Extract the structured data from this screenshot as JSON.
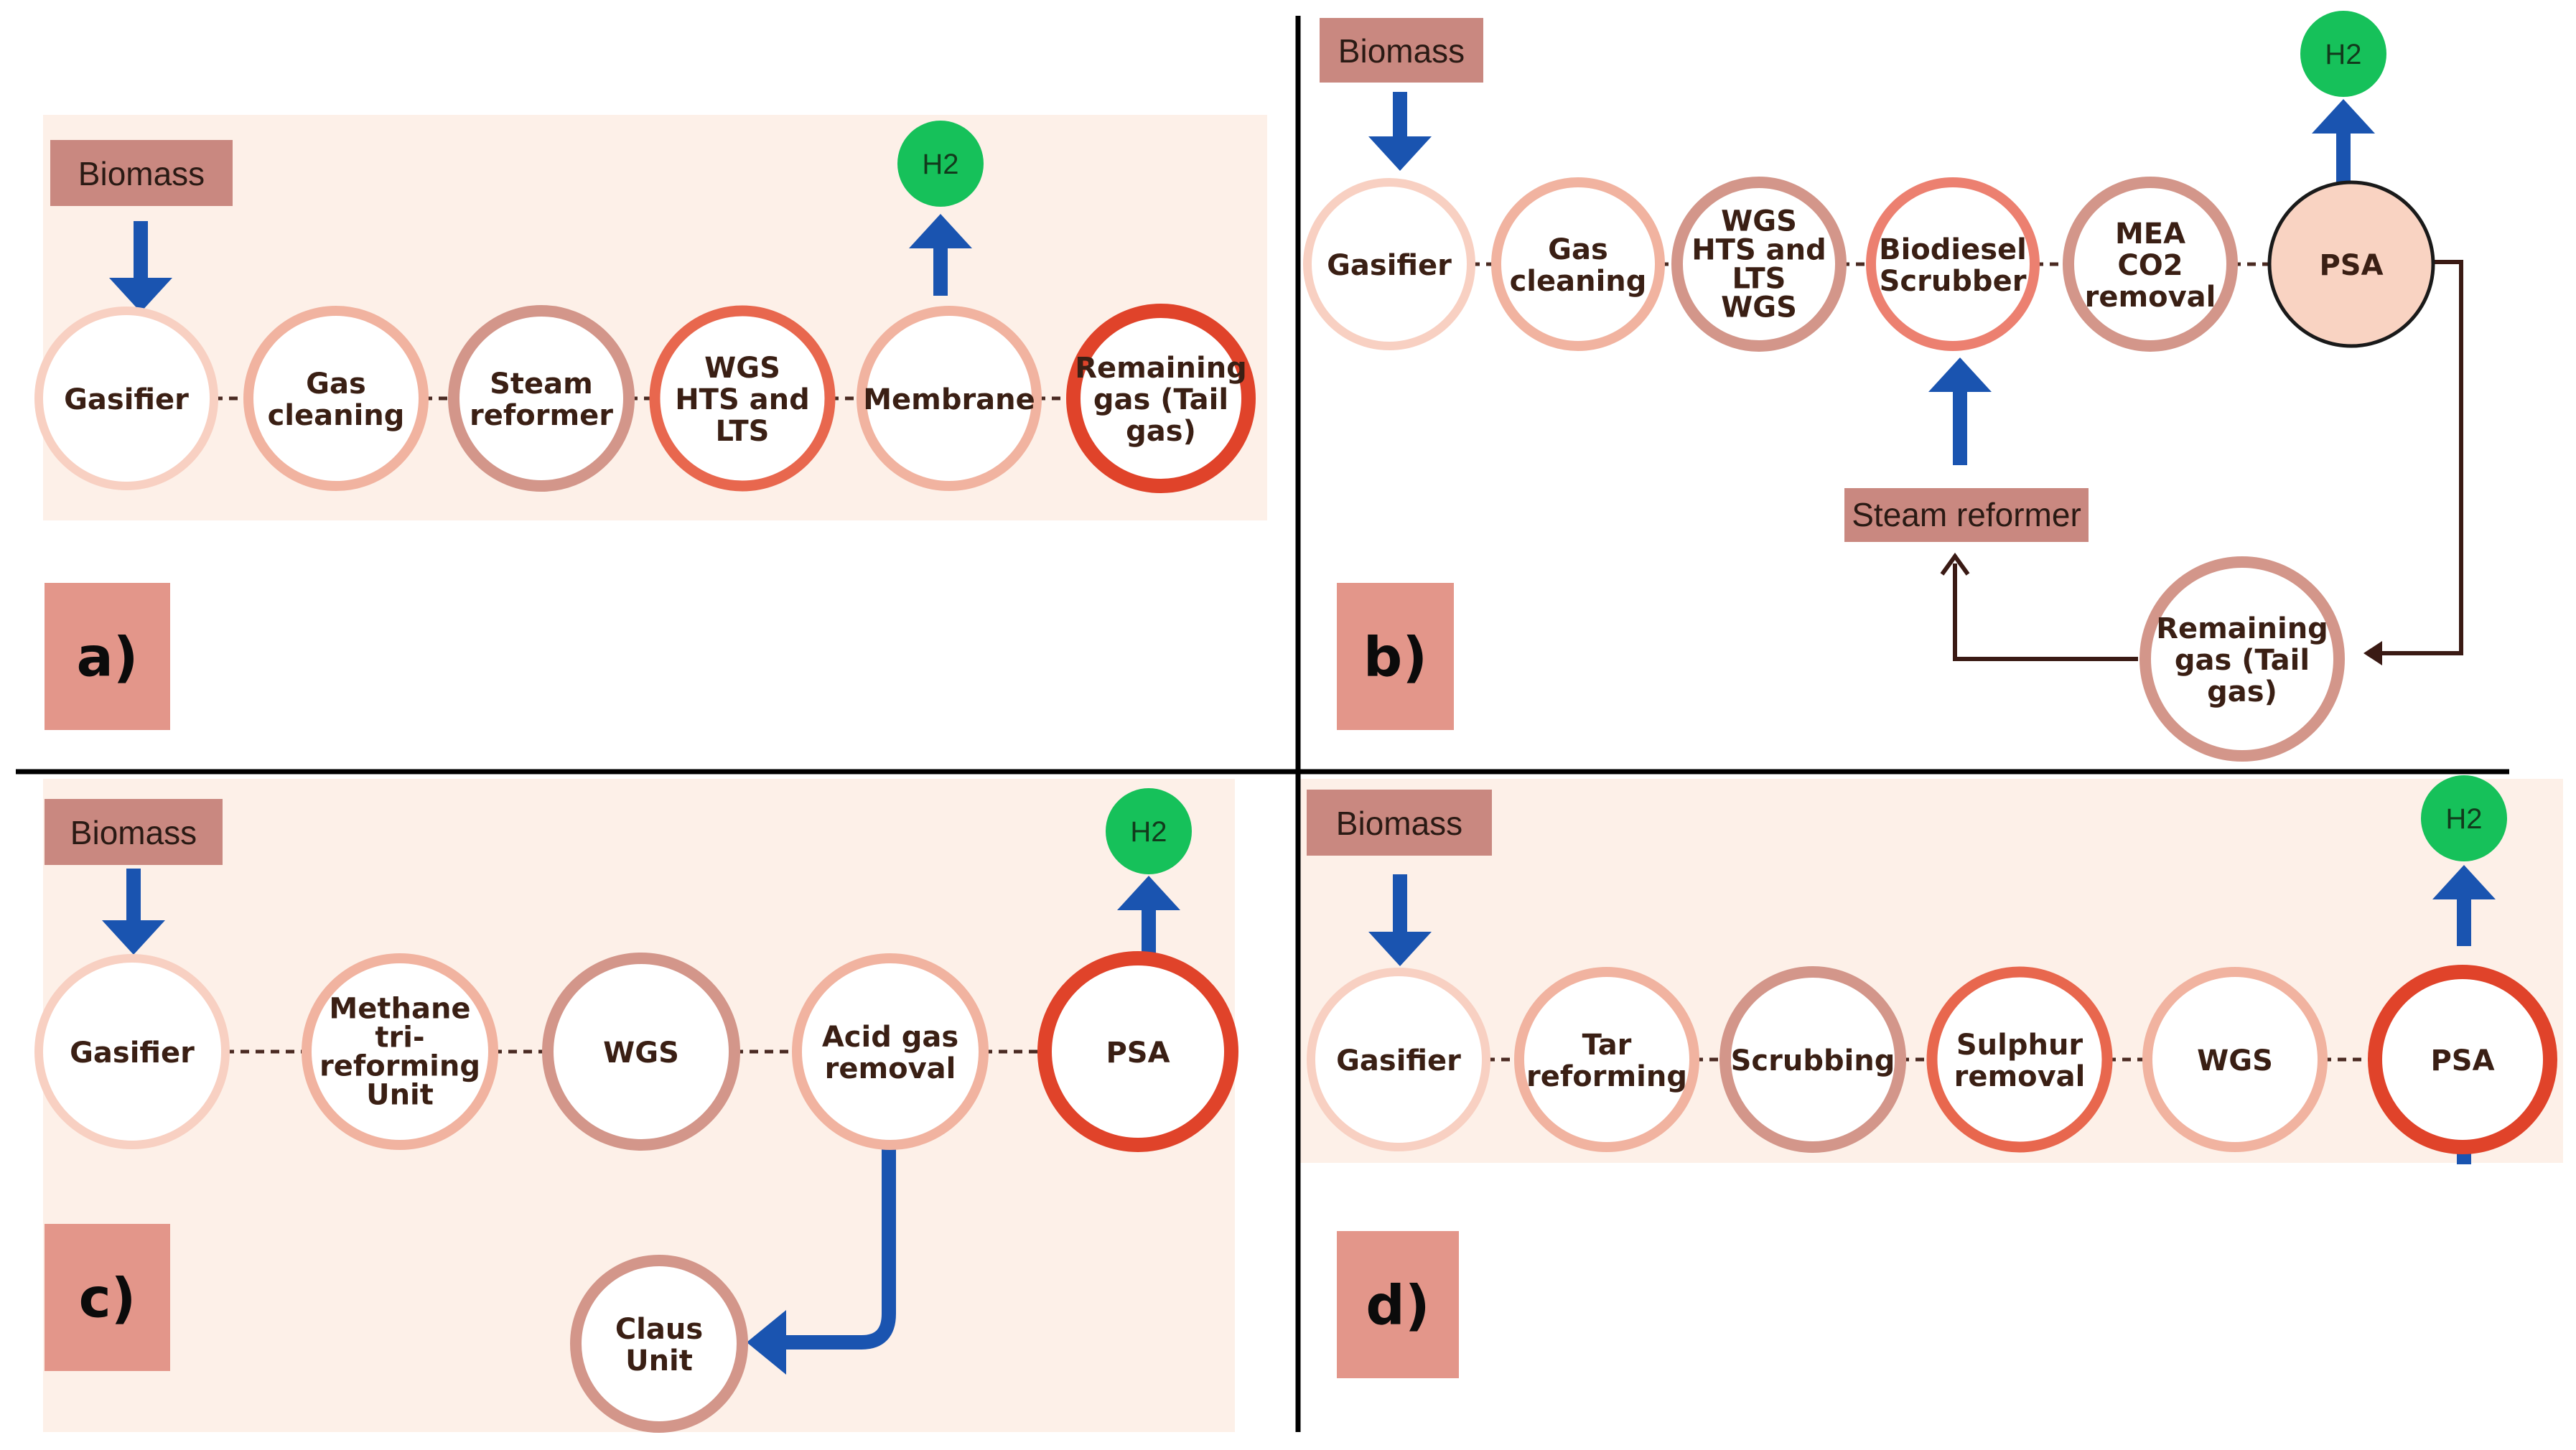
{
  "colors": {
    "panel_bg": "#fdf0e8",
    "biomass_box": "#c98880",
    "label_box": "#e3968a",
    "arrow_blue": "#1a54b0",
    "h2_green": "#16c15a",
    "connector": "#4a2a22",
    "ring_palest": "#f8d0c2",
    "ring_pale": "#f1b3a0",
    "ring_muted": "#d3968a",
    "ring_salmon": "#ec8070",
    "ring_orange": "#e8674e",
    "ring_red": "#e0432a"
  },
  "panels": [
    {
      "id": "a",
      "tag": "a)",
      "input": "Biomass",
      "output": "H2",
      "nodes": [
        {
          "lines": [
            "Gasifier"
          ],
          "ring": "palest"
        },
        {
          "lines": [
            "Gas",
            "cleaning"
          ],
          "ring": "pale"
        },
        {
          "lines": [
            "Steam",
            "reformer"
          ],
          "ring": "muted"
        },
        {
          "lines": [
            "WGS",
            "HTS and",
            "LTS"
          ],
          "ring": "orange"
        },
        {
          "lines": [
            "Membrane"
          ],
          "ring": "pale"
        },
        {
          "lines": [
            "Remaining",
            "gas (Tail",
            "gas)"
          ],
          "ring": "red"
        }
      ]
    },
    {
      "id": "b",
      "tag": "b)",
      "input": "Biomass",
      "output": "H2",
      "nodes": [
        {
          "lines": [
            "Gasifier"
          ],
          "ring": "palest"
        },
        {
          "lines": [
            "Gas",
            "cleaning"
          ],
          "ring": "pale"
        },
        {
          "lines": [
            "WGS",
            "HTS and",
            "LTS",
            "WGS"
          ],
          "ring": "muted"
        },
        {
          "lines": [
            "Biodiesel",
            "Scrubber"
          ],
          "ring": "salmon"
        },
        {
          "lines": [
            "MEA",
            "CO2",
            "removal"
          ],
          "ring": "muted"
        },
        {
          "lines": [
            "PSA"
          ],
          "ring": "dark"
        }
      ],
      "side_box": "Steam reformer",
      "recycle_node": {
        "lines": [
          "Remaining",
          "gas (Tail",
          "gas)"
        ],
        "ring": "muted"
      }
    },
    {
      "id": "c",
      "tag": "c)",
      "input": "Biomass",
      "output": "H2",
      "nodes": [
        {
          "lines": [
            "Gasifier"
          ],
          "ring": "palest"
        },
        {
          "lines": [
            "Methane",
            "tri-",
            "reforming",
            "Unit"
          ],
          "ring": "pale"
        },
        {
          "lines": [
            "WGS"
          ],
          "ring": "muted"
        },
        {
          "lines": [
            "Acid gas",
            "removal"
          ],
          "ring": "pale"
        },
        {
          "lines": [
            "PSA"
          ],
          "ring": "red"
        }
      ],
      "branch_node": {
        "lines": [
          "Claus",
          "Unit"
        ],
        "ring": "muted"
      }
    },
    {
      "id": "d",
      "tag": "d)",
      "input": "Biomass",
      "output": "H2",
      "nodes": [
        {
          "lines": [
            "Gasifier"
          ],
          "ring": "palest"
        },
        {
          "lines": [
            "Tar",
            "reforming"
          ],
          "ring": "pale"
        },
        {
          "lines": [
            "Scrubbing"
          ],
          "ring": "muted"
        },
        {
          "lines": [
            "Sulphur",
            "removal"
          ],
          "ring": "orange"
        },
        {
          "lines": [
            "WGS"
          ],
          "ring": "pale"
        },
        {
          "lines": [
            "PSA"
          ],
          "ring": "red"
        }
      ]
    }
  ]
}
